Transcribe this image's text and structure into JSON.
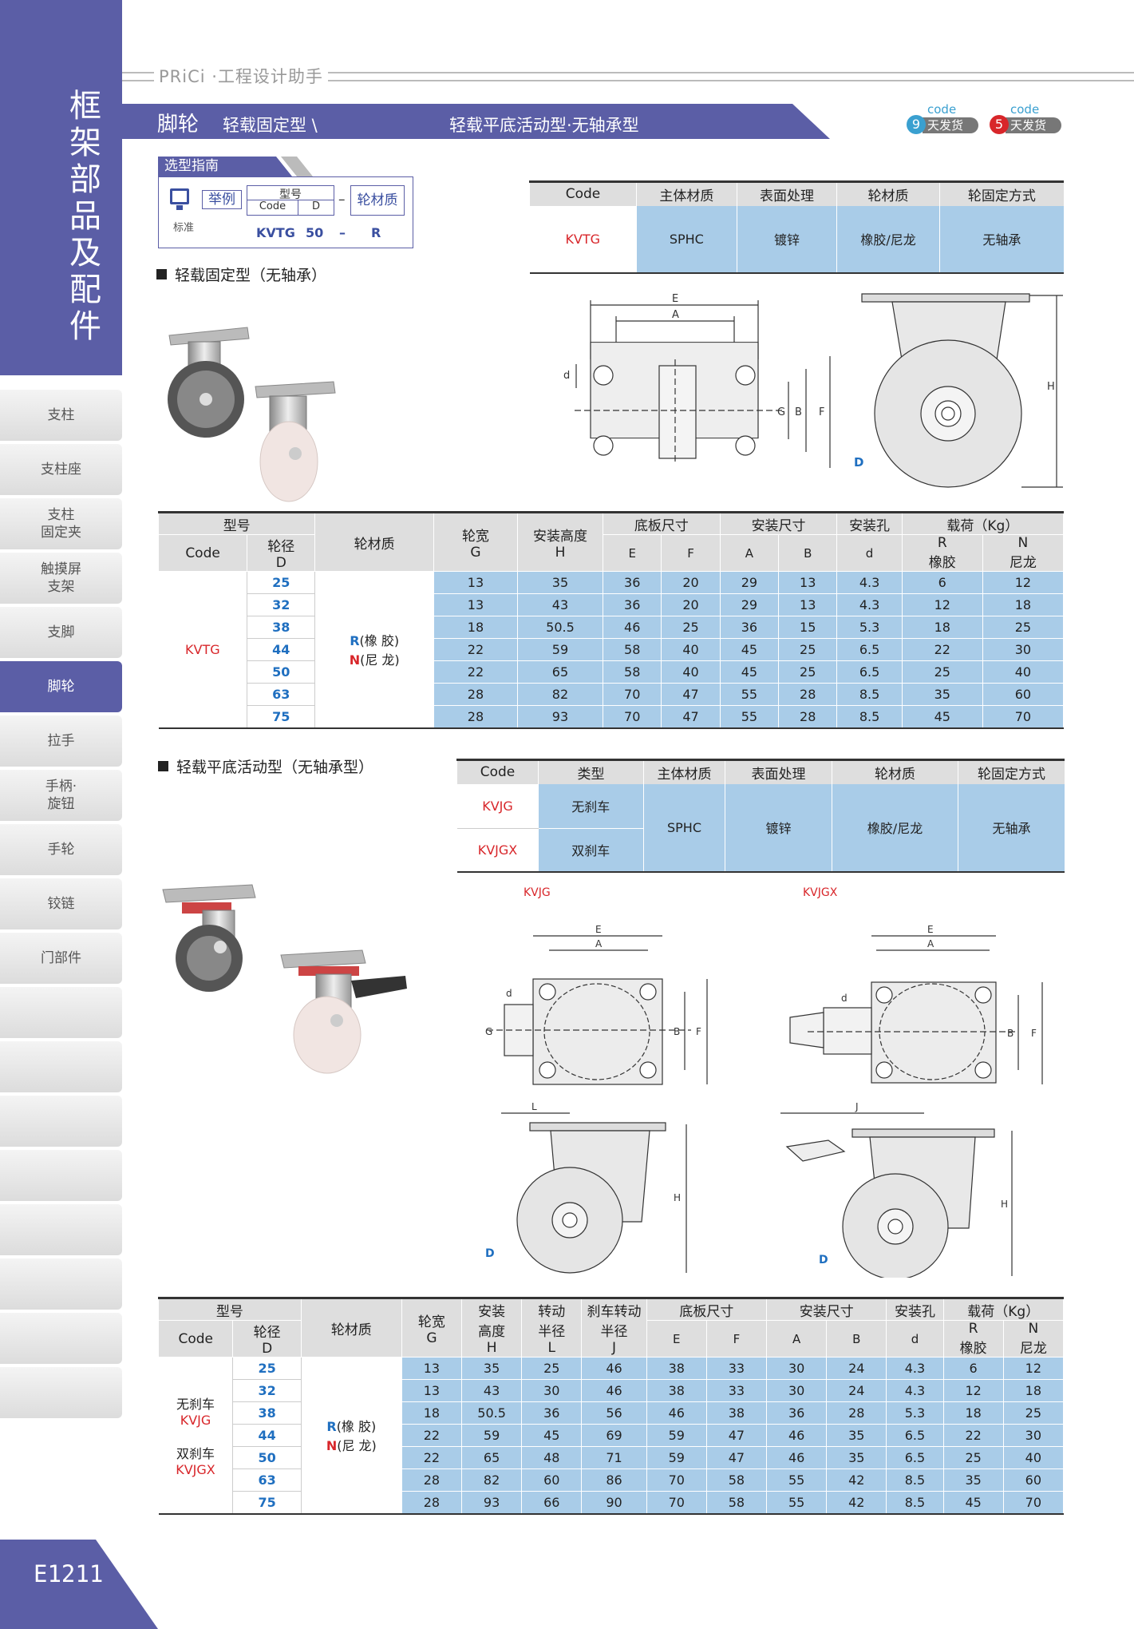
{
  "brand": "PRiCi ·工程设计助手",
  "sidebar": {
    "category": "框架部品及配件",
    "items": [
      "支柱",
      "支柱座",
      "支柱\n固定夹",
      "触摸屏\n支架",
      "支脚",
      "脚轮",
      "拉手",
      "手柄·\n旋钮",
      "手轮",
      "铰链",
      "门部件"
    ],
    "active": "脚轮",
    "page": "E1211"
  },
  "title": {
    "main": "脚轮",
    "sub1": "轻载固定型 \\",
    "sub2": "轻载平底活动型·无轴承型"
  },
  "badges": [
    {
      "code": "code",
      "num": "9",
      "days": "天发货",
      "color": "#3aa0d0"
    },
    {
      "code": "code",
      "num": "5",
      "days": "天发货",
      "color": "#d8262a"
    }
  ],
  "guide": {
    "tab": "选型指南",
    "std": "标准",
    "eg": "举例",
    "model": "型号",
    "code_lbl": "Code",
    "d_lbl": "D",
    "dash": "–",
    "mat": "轮材质",
    "v_code": "KVTG",
    "v_d": "50",
    "v_dash": "–",
    "v_mat": "R"
  },
  "fixed": {
    "heading": "轻载固定型（无轴承）",
    "mat_headers": [
      "Code",
      "主体材质",
      "表面处理",
      "轮材质",
      "轮固定方式"
    ],
    "mat_row": [
      "KVTG",
      "SPHC",
      "镀锌",
      "橡胶/尼龙",
      "无轴承"
    ],
    "spec": {
      "h_model": "型号",
      "h_code": "Code",
      "h_d": "轮径",
      "h_d2": "D",
      "h_mat": "轮材质",
      "h_g": "轮宽",
      "h_g2": "G",
      "h_h": "安装高度",
      "h_h2": "H",
      "h_base": "底板尺寸",
      "h_e": "E",
      "h_f": "F",
      "h_mount": "安装尺寸",
      "h_a": "A",
      "h_b": "B",
      "h_hole": "安装孔",
      "h_d3": "d",
      "h_load": "载荷（Kg）",
      "h_r": "R",
      "h_r2": "橡胶",
      "h_n": "N",
      "h_n2": "尼龙",
      "code": "KVTG",
      "mat_r": "R",
      "mat_r2": "(橡 胶)",
      "mat_n": "N",
      "mat_n2": "(尼 龙)",
      "rows": [
        [
          "25",
          "13",
          "35",
          "36",
          "20",
          "29",
          "13",
          "4.3",
          "6",
          "12"
        ],
        [
          "32",
          "13",
          "43",
          "36",
          "20",
          "29",
          "13",
          "4.3",
          "12",
          "18"
        ],
        [
          "38",
          "18",
          "50.5",
          "46",
          "25",
          "36",
          "15",
          "5.3",
          "18",
          "25"
        ],
        [
          "44",
          "22",
          "59",
          "58",
          "40",
          "45",
          "25",
          "6.5",
          "22",
          "30"
        ],
        [
          "50",
          "22",
          "65",
          "58",
          "40",
          "45",
          "25",
          "6.5",
          "25",
          "40"
        ],
        [
          "63",
          "28",
          "82",
          "70",
          "47",
          "55",
          "28",
          "8.5",
          "35",
          "60"
        ],
        [
          "75",
          "28",
          "93",
          "70",
          "47",
          "55",
          "28",
          "8.5",
          "45",
          "70"
        ]
      ]
    }
  },
  "swivel": {
    "heading": "轻载平底活动型（无轴承型）",
    "mat_headers": [
      "Code",
      "类型",
      "主体材质",
      "表面处理",
      "轮材质",
      "轮固定方式"
    ],
    "mat_rows": [
      [
        "KVJG",
        "无刹车"
      ],
      [
        "KVJGX",
        "双刹车"
      ]
    ],
    "mat_common": [
      "SPHC",
      "镀锌",
      "橡胶/尼龙",
      "无轴承"
    ],
    "label_a": "KVJG",
    "label_b": "KVJGX",
    "spec": {
      "h_model": "型号",
      "h_code": "Code",
      "h_d": "轮径",
      "h_d2": "D",
      "h_mat": "轮材质",
      "h_g": "轮宽",
      "h_g2": "G",
      "h_h": "安装\n高度",
      "h_h2": "H",
      "h_l": "转动\n半径",
      "h_l2": "L",
      "h_j": "刹车转动\n半径",
      "h_j2": "J",
      "h_base": "底板尺寸",
      "h_e": "E",
      "h_f": "F",
      "h_mount": "安装尺寸",
      "h_a": "A",
      "h_b": "B",
      "h_hole": "安装孔",
      "h_d3": "d",
      "h_load": "载荷（Kg）",
      "h_r": "R",
      "h_r2": "橡胶",
      "h_n": "N",
      "h_n2": "尼龙",
      "code1": "无刹车",
      "code1b": "KVJG",
      "code2": "双刹车",
      "code2b": "KVJGX",
      "mat_r": "R",
      "mat_r2": "(橡 胶)",
      "mat_n": "N",
      "mat_n2": "(尼 龙)",
      "rows": [
        [
          "25",
          "13",
          "35",
          "25",
          "46",
          "38",
          "33",
          "30",
          "24",
          "4.3",
          "6",
          "12"
        ],
        [
          "32",
          "13",
          "43",
          "30",
          "46",
          "38",
          "33",
          "30",
          "24",
          "4.3",
          "12",
          "18"
        ],
        [
          "38",
          "18",
          "50.5",
          "36",
          "56",
          "46",
          "38",
          "36",
          "28",
          "5.3",
          "18",
          "25"
        ],
        [
          "44",
          "22",
          "59",
          "45",
          "69",
          "59",
          "47",
          "46",
          "35",
          "6.5",
          "22",
          "30"
        ],
        [
          "50",
          "22",
          "65",
          "48",
          "71",
          "59",
          "47",
          "46",
          "35",
          "6.5",
          "25",
          "40"
        ],
        [
          "63",
          "28",
          "82",
          "60",
          "86",
          "70",
          "58",
          "55",
          "42",
          "8.5",
          "35",
          "60"
        ],
        [
          "75",
          "28",
          "93",
          "66",
          "90",
          "70",
          "58",
          "55",
          "42",
          "8.5",
          "45",
          "70"
        ]
      ]
    }
  },
  "drawing_labels": {
    "E": "E",
    "A": "A",
    "d": "d",
    "G": "G",
    "B": "B",
    "F": "F",
    "H": "H",
    "D": "D",
    "L": "L",
    "J": "J"
  }
}
